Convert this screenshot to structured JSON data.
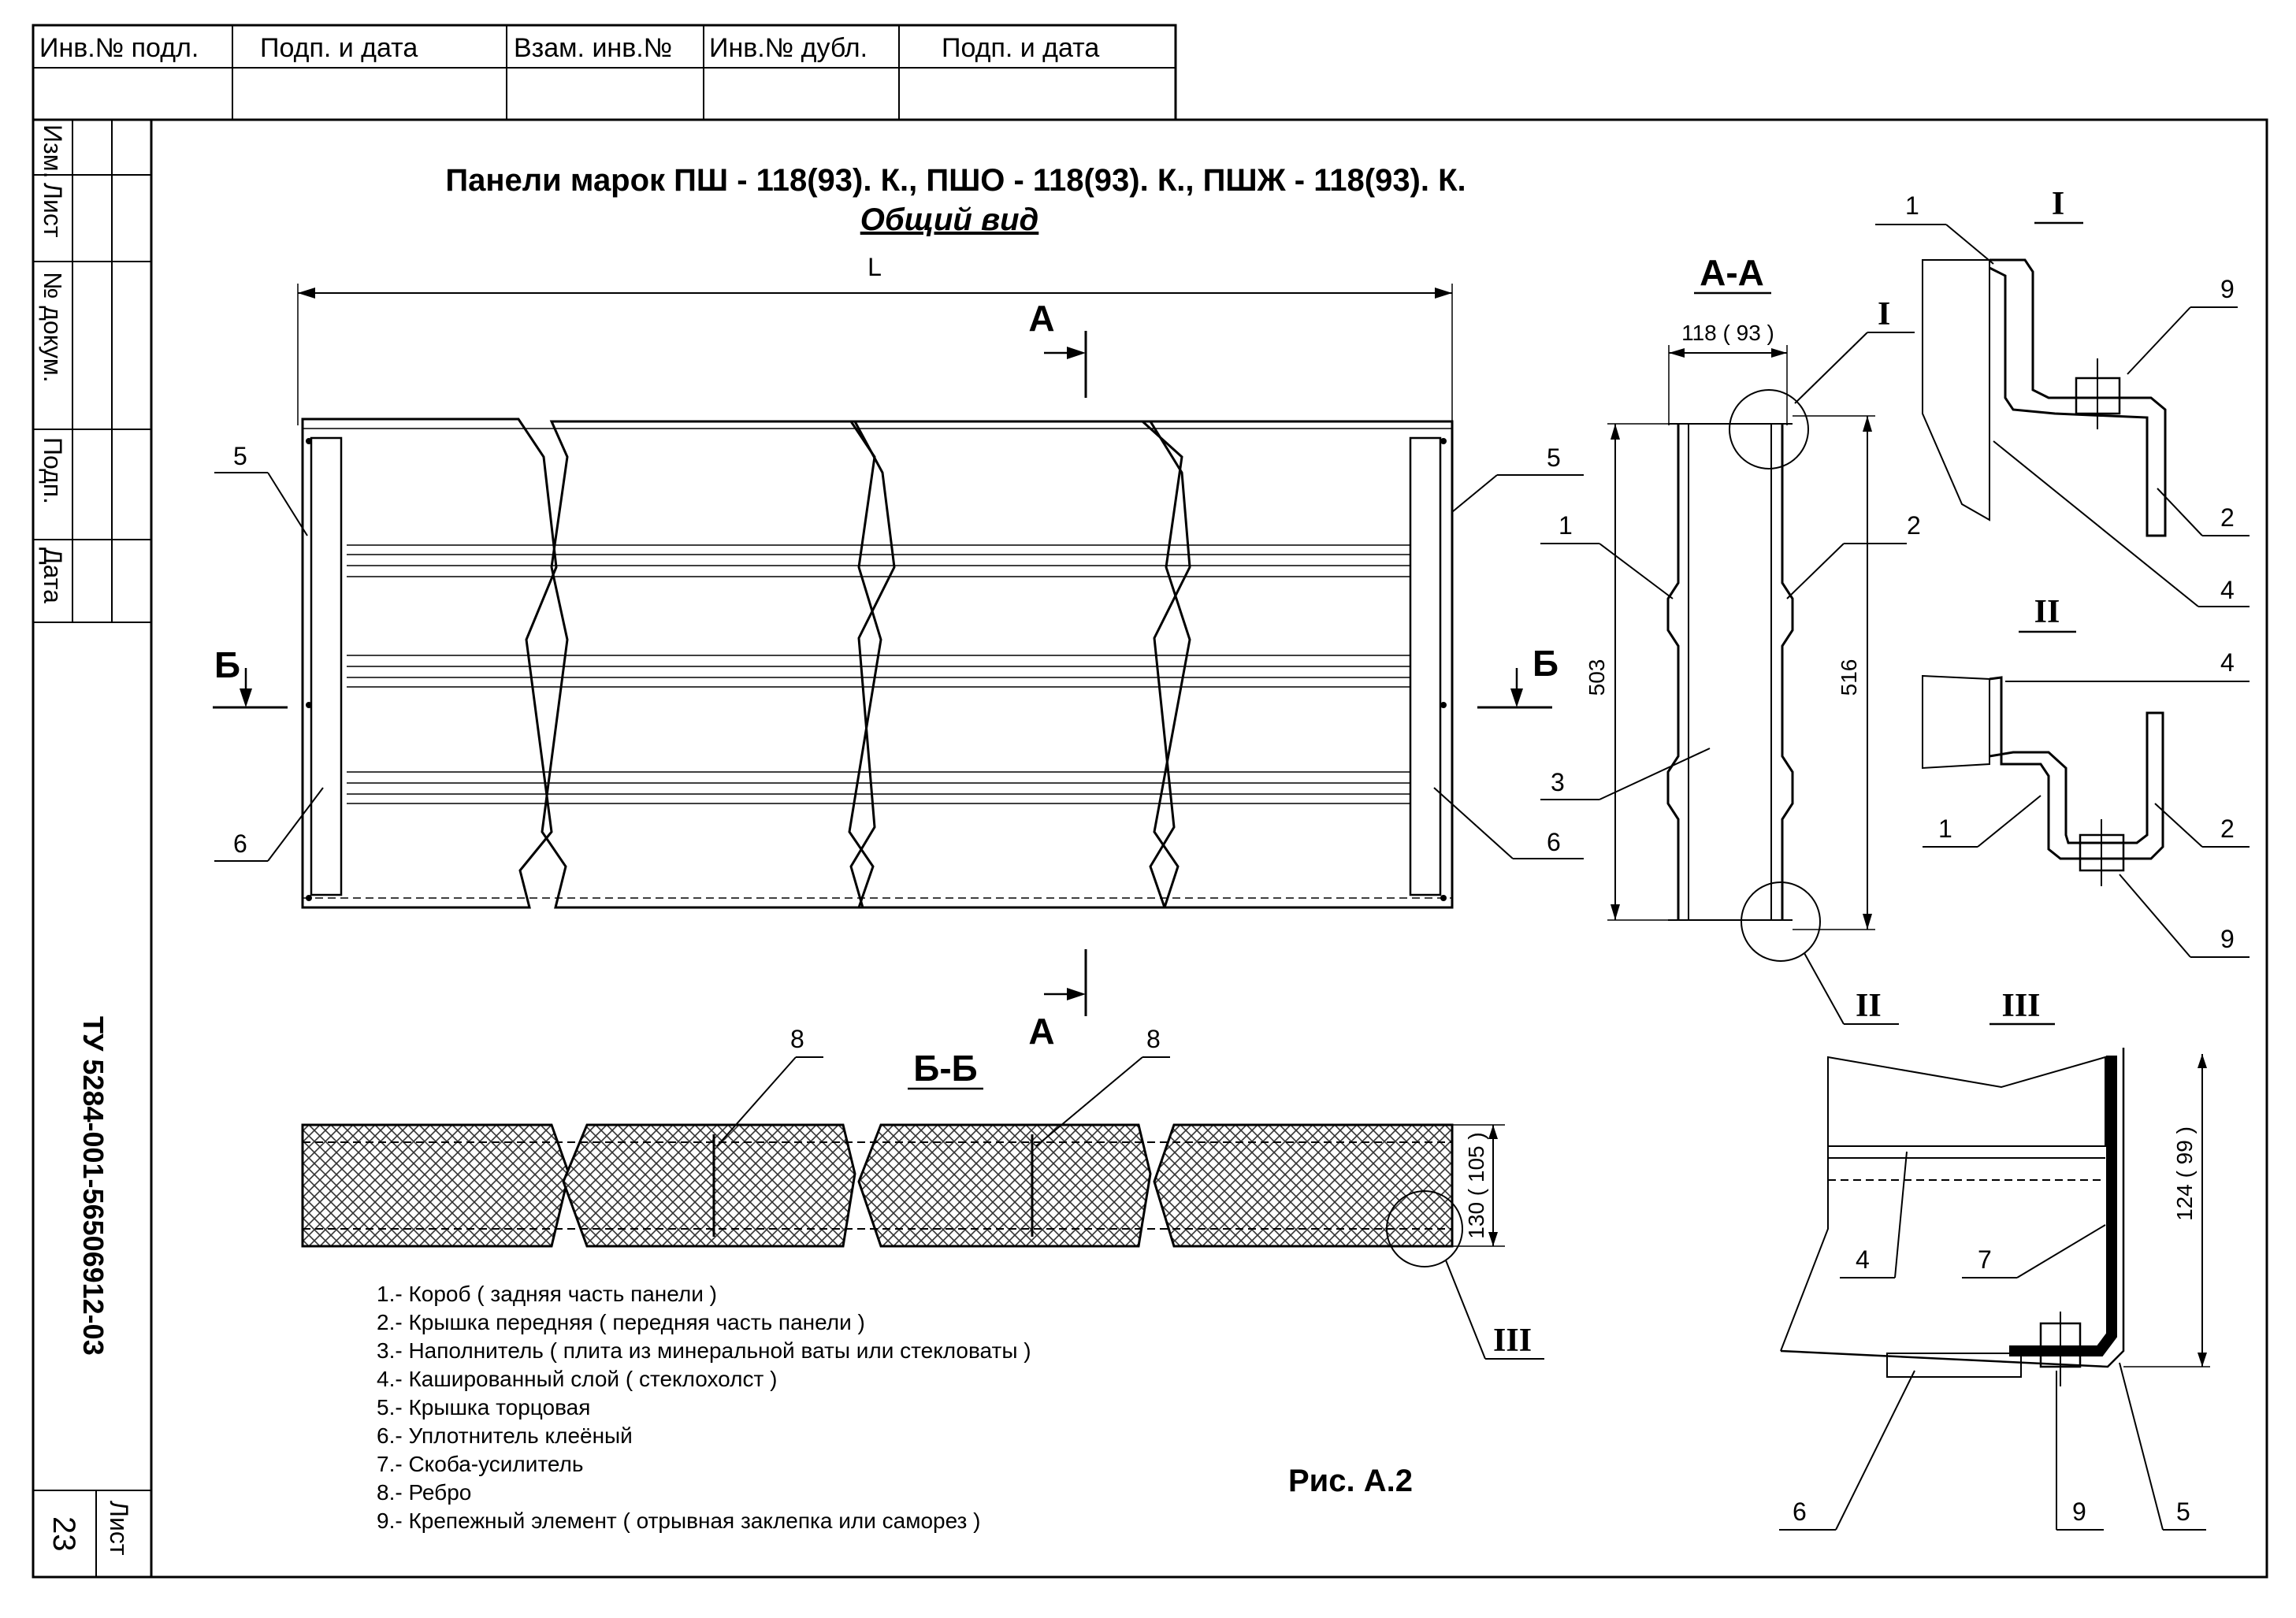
{
  "title_block": {
    "top_headers": [
      "Инв.№ подл.",
      "Подп. и дата",
      "Взам. инв.№",
      "Инв.№ дубл.",
      "Подп. и дата"
    ],
    "side_headers": [
      "Изм.",
      "Лист",
      "№ докум.",
      "Подп.",
      "Дата"
    ],
    "document_code": "ТУ 5284-001-56506912-03",
    "sheet_label": "Лист",
    "sheet_number": "23"
  },
  "drawing": {
    "title": "Панели марок ПШ - 118(93). К., ПШО - 118(93). К., ПШЖ - 118(93). К.",
    "subtitle": "Общий вид",
    "length_label": "L",
    "section_aa": "А-А",
    "section_bb": "Б-Б",
    "cut_a": "А",
    "cut_b": "Б",
    "detail_i": "I",
    "detail_ii": "II",
    "detail_iii": "III",
    "dims": {
      "width_aa": "118 ( 93 )",
      "height_503": "503",
      "height_516": "516",
      "thickness_bb": "130 ( 105 )",
      "height_iii": "124 ( 99 )"
    },
    "callouts": {
      "n1": "1",
      "n2": "2",
      "n3": "3",
      "n4": "4",
      "n5": "5",
      "n6": "6",
      "n7": "7",
      "n8": "8",
      "n9": "9"
    },
    "legend": [
      "1.- Короб ( задняя часть панели )",
      "2.- Крышка передняя ( передняя часть панели )",
      "3.- Наполнитель ( плита из минеральной ваты или стекловаты )",
      "4.- Кашированный слой ( стеклохолст )",
      "5.- Крышка торцовая",
      "6.- Уплотнитель клеёный",
      "7.- Скоба-усилитель",
      "8.- Ребро",
      "9.- Крепежный элемент ( отрывная заклепка или саморез )"
    ],
    "figure_label": "Рис. А.2"
  }
}
